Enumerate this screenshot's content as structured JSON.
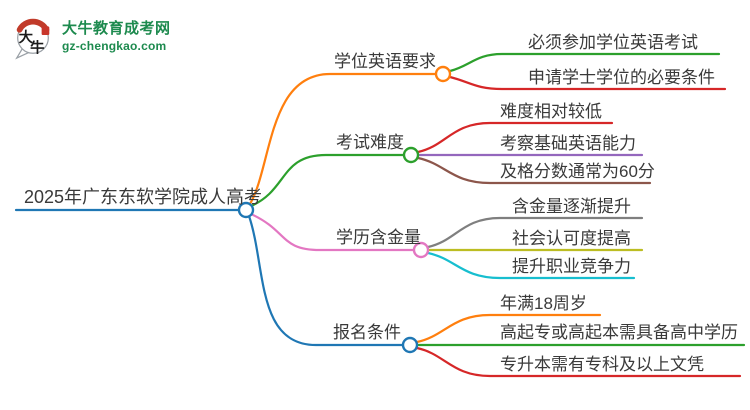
{
  "logo": {
    "site_name": "大牛教育成考网",
    "site_url": "gz-chengkao.com",
    "brand_color": "#1d8a4e",
    "icon_chars": [
      "大",
      "牛"
    ],
    "icon_accent_color": "#c13b2a"
  },
  "palette": {
    "blue": "#1f77b4",
    "orange": "#ff7f0e",
    "green": "#2ca02c",
    "red": "#d62728",
    "purple": "#9467bd",
    "brown": "#8c564b",
    "pink": "#e377c2",
    "gray": "#7f7f7f",
    "olive": "#bcbd22",
    "cyan": "#17becf"
  },
  "mindmap": {
    "root": {
      "label": "2025年广东东软学院成人高考",
      "color": "#1f77b4"
    },
    "branches": [
      {
        "label": "学位英语要求",
        "color": "#ff7f0e",
        "children": [
          {
            "label": "必须参加学位英语考试",
            "color": "#2ca02c"
          },
          {
            "label": "申请学士学位的必要条件",
            "color": "#d62728"
          }
        ]
      },
      {
        "label": "考试难度",
        "color": "#2ca02c",
        "children": [
          {
            "label": "难度相对较低",
            "color": "#d62728"
          },
          {
            "label": "考察基础英语能力",
            "color": "#9467bd"
          },
          {
            "label": "及格分数通常为60分",
            "color": "#8c564b"
          }
        ]
      },
      {
        "label": "学历含金量",
        "color": "#e377c2",
        "children": [
          {
            "label": "含金量逐渐提升",
            "color": "#7f7f7f"
          },
          {
            "label": "社会认可度提高",
            "color": "#bcbd22"
          },
          {
            "label": "提升职业竞争力",
            "color": "#17becf"
          }
        ]
      },
      {
        "label": "报名条件",
        "color": "#1f77b4",
        "children": [
          {
            "label": "年满18周岁",
            "color": "#ff7f0e"
          },
          {
            "label": "高起专或高起本需具备高中学历",
            "color": "#2ca02c"
          },
          {
            "label": "专升本需有专科及以上文凭",
            "color": "#d62728"
          }
        ]
      }
    ]
  }
}
